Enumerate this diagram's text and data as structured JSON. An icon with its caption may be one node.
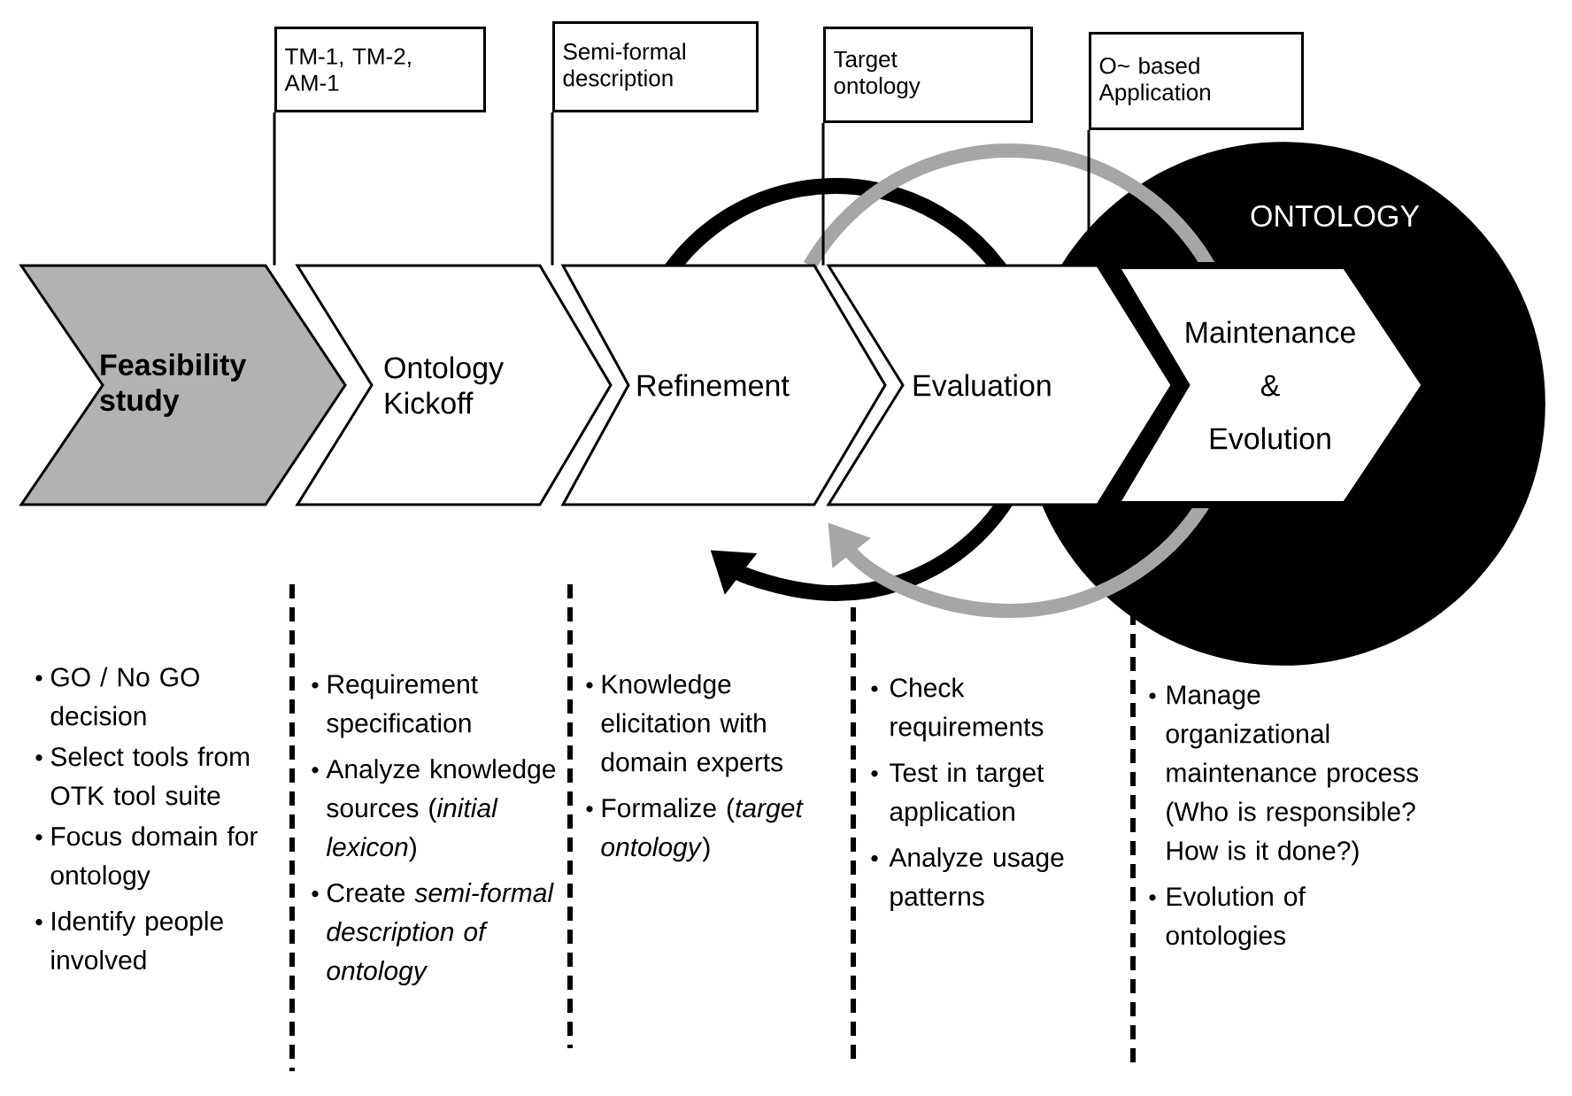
{
  "diagram": {
    "nodes": [
      {
        "text": [
          "Feasibility study"
        ]
      },
      {
        "text": [
          "Ontology Kickoff"
        ]
      },
      {
        "text": [
          "Refinement"
        ]
      },
      {
        "text": [
          "Evaluation"
        ]
      },
      {
        "text": [
          "ONTOLOGY"
        ]
      },
      {
        "text": [
          "Maintenance & Evolution"
        ],
        "in": 4
      },
      {
        "text": [
          "TM-1, TM-2, AM-1"
        ]
      },
      {
        "text": [
          "Semi-formal description"
        ]
      },
      {
        "text": [
          "Target ontology"
        ]
      },
      {
        "text": [
          "O~ based Application"
        ]
      }
    ],
    "edges": [
      {
        "from": 6,
        "to": 0,
        "arrow": "none"
      },
      {
        "from": 7,
        "to": 1,
        "arrow": "none"
      },
      {
        "from": 8,
        "to": 2,
        "arrow": "none"
      },
      {
        "from": 9,
        "to": 3,
        "arrow": "none"
      }
    ],
    "labels": [
      "GO / No GO decision",
      "Select tools from OTK tool suite",
      "Focus domain for ontology",
      "Identify people involved",
      "Requirement specification",
      "Analyze knowledge sources (*initial lexicon*)",
      "Create *semi-formal description of ontology*",
      "Knowledge elicitation with domain experts",
      "Formalize (*target ontology*)",
      "Check requirements",
      "Test in target application",
      "Analyze usage patterns",
      "Manage organizational maintenance process (Who is responsible? How is it done?)",
      "Evolution of ontologies"
    ]
  }
}
